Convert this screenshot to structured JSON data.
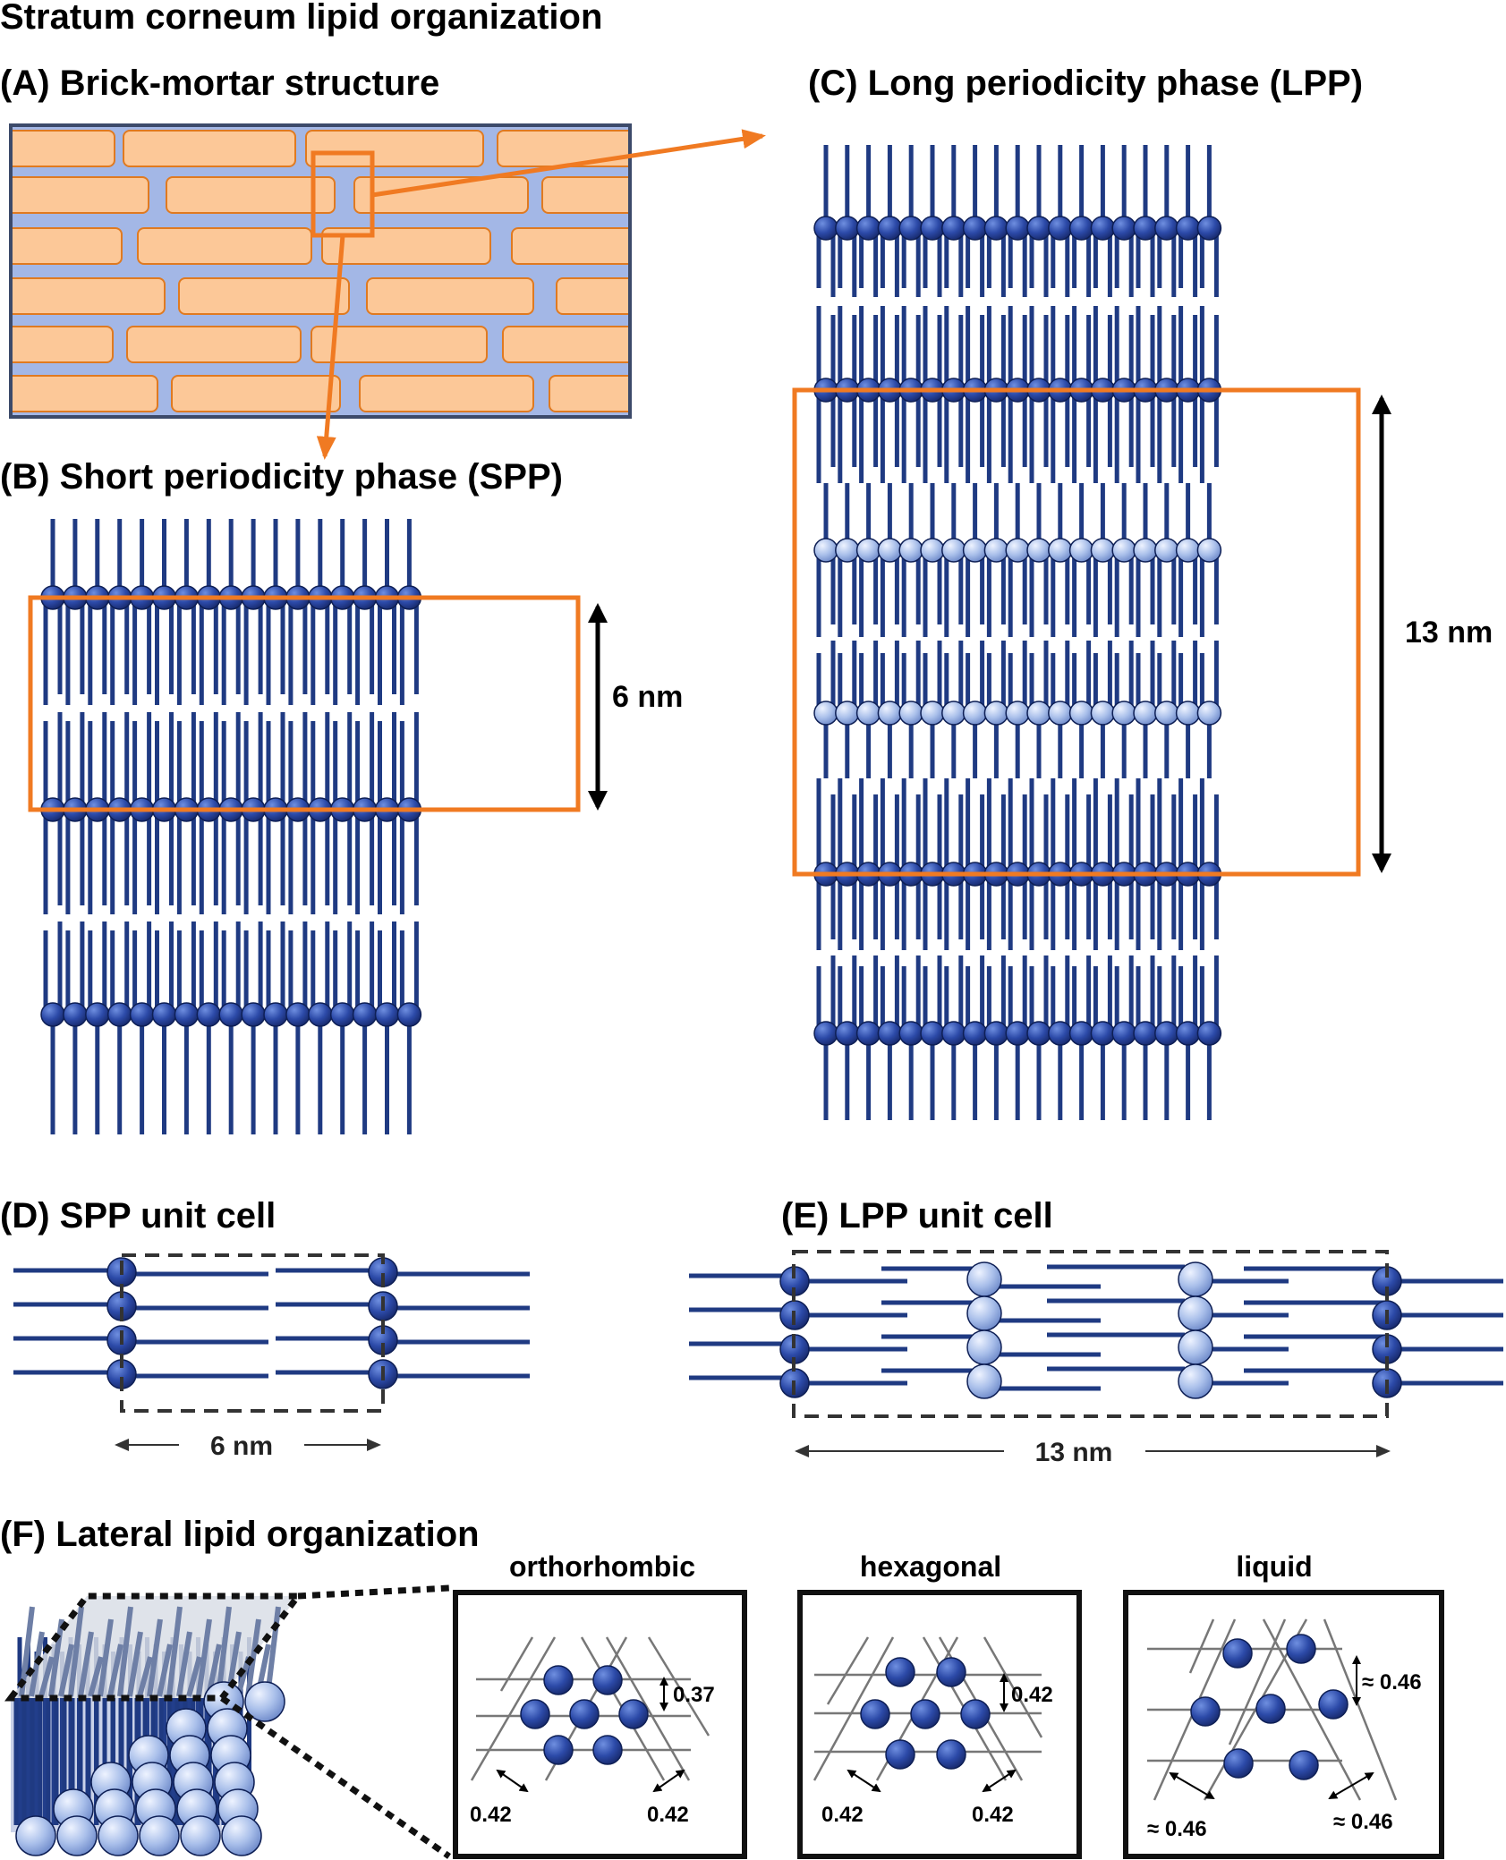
{
  "figure": {
    "title": "Stratum corneum lipid organization"
  },
  "panels": {
    "a": {
      "label": "(A) Brick-mortar structure"
    },
    "b": {
      "label": "(B) Short periodicity phase (SPP)",
      "dimension": "6 nm"
    },
    "c": {
      "label": "(C) Long periodicity phase (LPP)",
      "dimension": "13 nm"
    },
    "d": {
      "label": "(D) SPP unit cell",
      "dimension": "6 nm"
    },
    "e": {
      "label": "(E) LPP unit cell",
      "dimension": "13 nm"
    },
    "f": {
      "label": "(F) Lateral lipid organization",
      "boxes": [
        {
          "name": "orthorhombic",
          "spacing_vertical": "0.37",
          "spacing_left": "0.42",
          "spacing_right": "0.42"
        },
        {
          "name": "hexagonal",
          "spacing_vertical": "0.42",
          "spacing_left": "0.42",
          "spacing_right": "0.42"
        },
        {
          "name": "liquid",
          "spacing_vertical": "≈ 0.46",
          "spacing_left": "≈ 0.46",
          "spacing_right": "≈ 0.46"
        }
      ]
    }
  },
  "colors": {
    "brick_fill": "#fcc898",
    "brick_stroke": "#e07a20",
    "mortar": "#a3b7e6",
    "lipid_tail": "#1f3a82",
    "head_dark": "#2c4aa8",
    "head_light": "#a9bfea",
    "highlight": "#f07a22"
  }
}
